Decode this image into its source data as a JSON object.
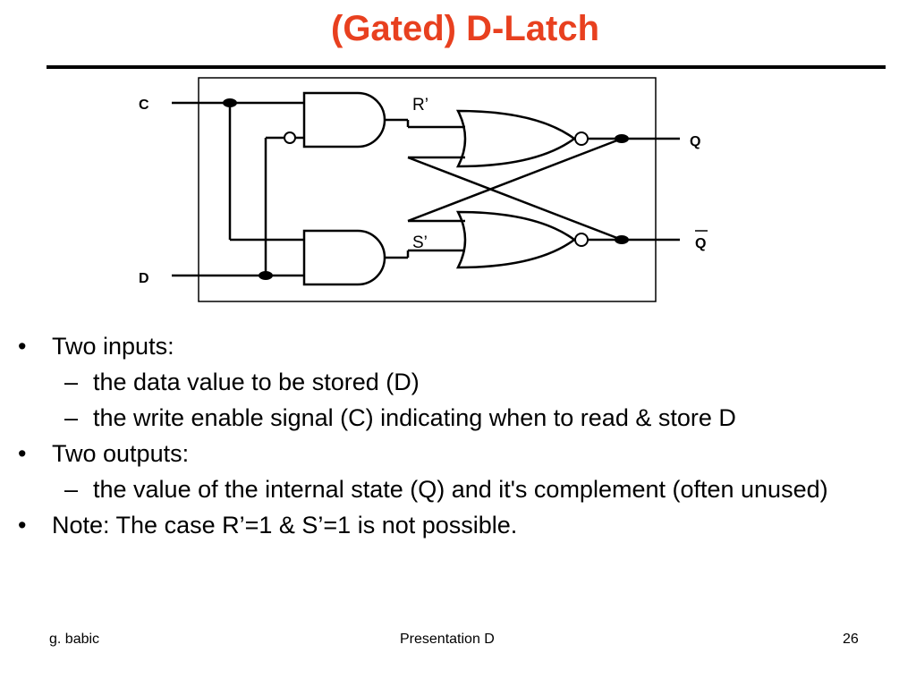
{
  "title": "(Gated) D-Latch",
  "diagram": {
    "inputs": {
      "c": "C",
      "d": "D"
    },
    "internal": {
      "r": "R’",
      "s": "S’"
    },
    "outputs": {
      "q": "Q",
      "qbar": "Q"
    }
  },
  "bullets": [
    {
      "text": "Two inputs:",
      "sub": [
        "the data value to be stored (D)",
        "the write enable signal (C) indicating when to read & store D"
      ]
    },
    {
      "text": "Two outputs:",
      "sub": [
        "the value of the internal state (Q) and it's complement (often unused)"
      ]
    },
    {
      "text": "Note: The case R’=1 & S’=1 is not possible.",
      "sub": []
    }
  ],
  "bullet_glyph": "•",
  "dash_glyph": "–",
  "footer": {
    "left": "g. babic",
    "center": "Presentation D",
    "right": "26"
  },
  "colors": {
    "title": "#e8401f"
  }
}
